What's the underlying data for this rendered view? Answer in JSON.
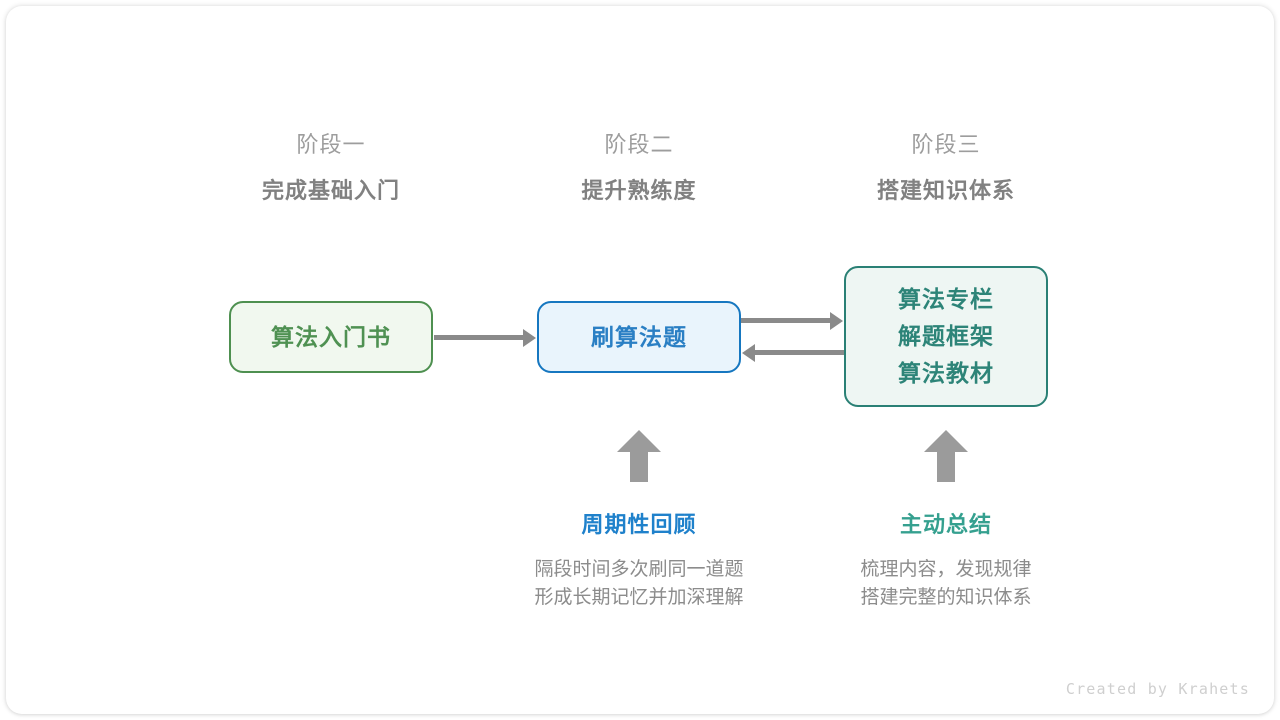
{
  "diagram": {
    "title_watermark": "Created by Krahets",
    "stages": [
      {
        "label": "阶段一",
        "title": "完成基础入门"
      },
      {
        "label": "阶段二",
        "title": "提升熟练度"
      },
      {
        "label": "阶段三",
        "title": "搭建知识体系"
      }
    ],
    "nodes": [
      {
        "id": "intro-book",
        "lines": [
          "算法入门书"
        ],
        "border_color": "#4e9050",
        "fill_color": "#f1f8ef",
        "text_color": "#4f9152"
      },
      {
        "id": "practice-problems",
        "lines": [
          "刷算法题"
        ],
        "border_color": "#1677c0",
        "fill_color": "#e9f4fc",
        "text_color": "#2a7fc4"
      },
      {
        "id": "knowledge-system",
        "lines": [
          "算法专栏",
          "解题框架",
          "算法教材"
        ],
        "border_color": "#2a8075",
        "fill_color": "#eef6f3",
        "text_color": "#2d8478"
      }
    ],
    "connectors": [
      {
        "id": "book-to-practice",
        "direction": "right",
        "color": "#8a8a8a"
      },
      {
        "id": "practice-to-system",
        "direction": "right",
        "color": "#8a8a8a"
      },
      {
        "id": "system-to-practice",
        "direction": "left",
        "color": "#8a8a8a"
      }
    ],
    "annotations": [
      {
        "id": "periodic-review",
        "title": "周期性回顾",
        "title_color": "#1f81cb",
        "body_line_1": "隔段时间多次刷同一道题",
        "body_line_2": "形成长期记忆并加深理解"
      },
      {
        "id": "active-summary",
        "title": "主动总结",
        "title_color": "#35a08f",
        "body_line_1": "梳理内容，发现规律",
        "body_line_2": "搭建完整的知识体系"
      }
    ]
  }
}
